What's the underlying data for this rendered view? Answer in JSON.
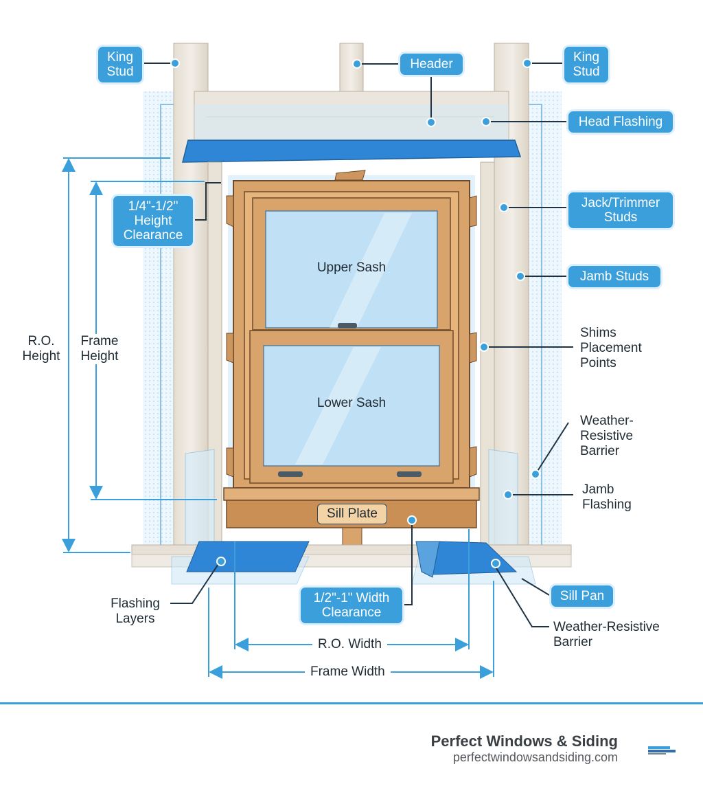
{
  "callouts": {
    "king_stud_left": "King\nStud",
    "header": "Header",
    "king_stud_right": "King\nStud",
    "head_flashing": "Head Flashing",
    "height_clearance": "1/4\"-1/2\"\nHeight\nClearance",
    "jack_trimmer_studs": "Jack/Trimmer\nStuds",
    "jamb_studs": "Jamb Studs",
    "width_clearance": "1/2\"-1\" Width\nClearance",
    "sill_pan": "Sill Pan"
  },
  "labels": {
    "shims": "Shims\nPlacement\nPoints",
    "wrb_upper": "Weather-\nResistive\nBarrier",
    "jamb_flashing": "Jamb\nFlashing",
    "flashing_layers": "Flashing\nLayers",
    "wrb_lower": "Weather-Resistive\nBarrier",
    "ro_height": "R.O.\nHeight",
    "frame_height": "Frame\nHeight"
  },
  "window": {
    "upper_sash": "Upper Sash",
    "lower_sash": "Lower Sash",
    "sill_plate": "Sill Plate"
  },
  "dimensions": {
    "ro_width": "R.O. Width",
    "frame_width": "Frame Width"
  },
  "footer": {
    "company": "Perfect Windows & Siding",
    "url": "perfectwindowsandsiding.com"
  },
  "colors": {
    "accent": "#3a9fda",
    "wood_frame": "#d9a46b",
    "glass": "#bfe0f5",
    "stud": "#e8e4dc",
    "flashing": "#2f86d6"
  }
}
